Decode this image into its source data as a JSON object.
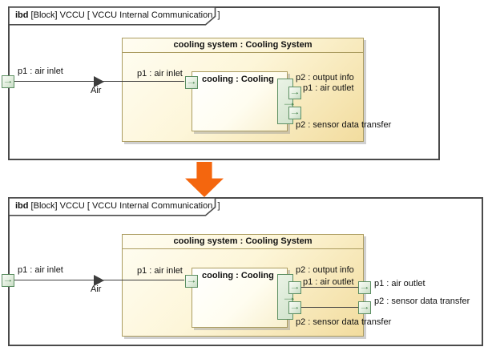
{
  "colors": {
    "frame_border": "#4a4a4a",
    "block_border": "#ab9c60",
    "block_fill_light": "#fffdf2",
    "block_fill_dark": "#f2dc9e",
    "port_border": "#5c8f62",
    "port_arrow": "#3f7f46",
    "connector": "#3d3d3d",
    "transform_arrow": "#f4660e"
  },
  "icons": {
    "port_direction_arrow": "→"
  },
  "top_diagram": {
    "tab_keyword": "ibd",
    "tab_rest": " [Block] VCCU [ VCCU Internal Communication  ]",
    "frame_port_label": "p1 : air inlet",
    "flow_label": "Air",
    "cooling_system": {
      "title": "cooling system : Cooling System",
      "air_inlet_port_label": "p1 : air inlet",
      "cooling_block_title": "cooling : Cooling",
      "output_info_port_label": "p2 : output info",
      "air_outlet_port_label": "p1 : air outlet",
      "sensor_port_label": "p2 : sensor data transfer"
    }
  },
  "bottom_diagram": {
    "tab_keyword": "ibd",
    "tab_rest": " [Block] VCCU [ VCCU Internal Communication  ]",
    "frame_port_label": "p1 : air inlet",
    "flow_label": "Air",
    "cooling_system": {
      "title": "cooling system : Cooling System",
      "air_inlet_port_label": "p1 : air inlet",
      "cooling_block_title": "cooling : Cooling",
      "output_info_port_label": "p2 : output info",
      "air_outlet_port_label": "p1 : air outlet",
      "sensor_port_label": "p2 : sensor data transfer"
    },
    "cooling_system_right_ports": {
      "air_outlet_label": "p1 : air outlet",
      "sensor_label": "p2 : sensor data transfer"
    }
  }
}
